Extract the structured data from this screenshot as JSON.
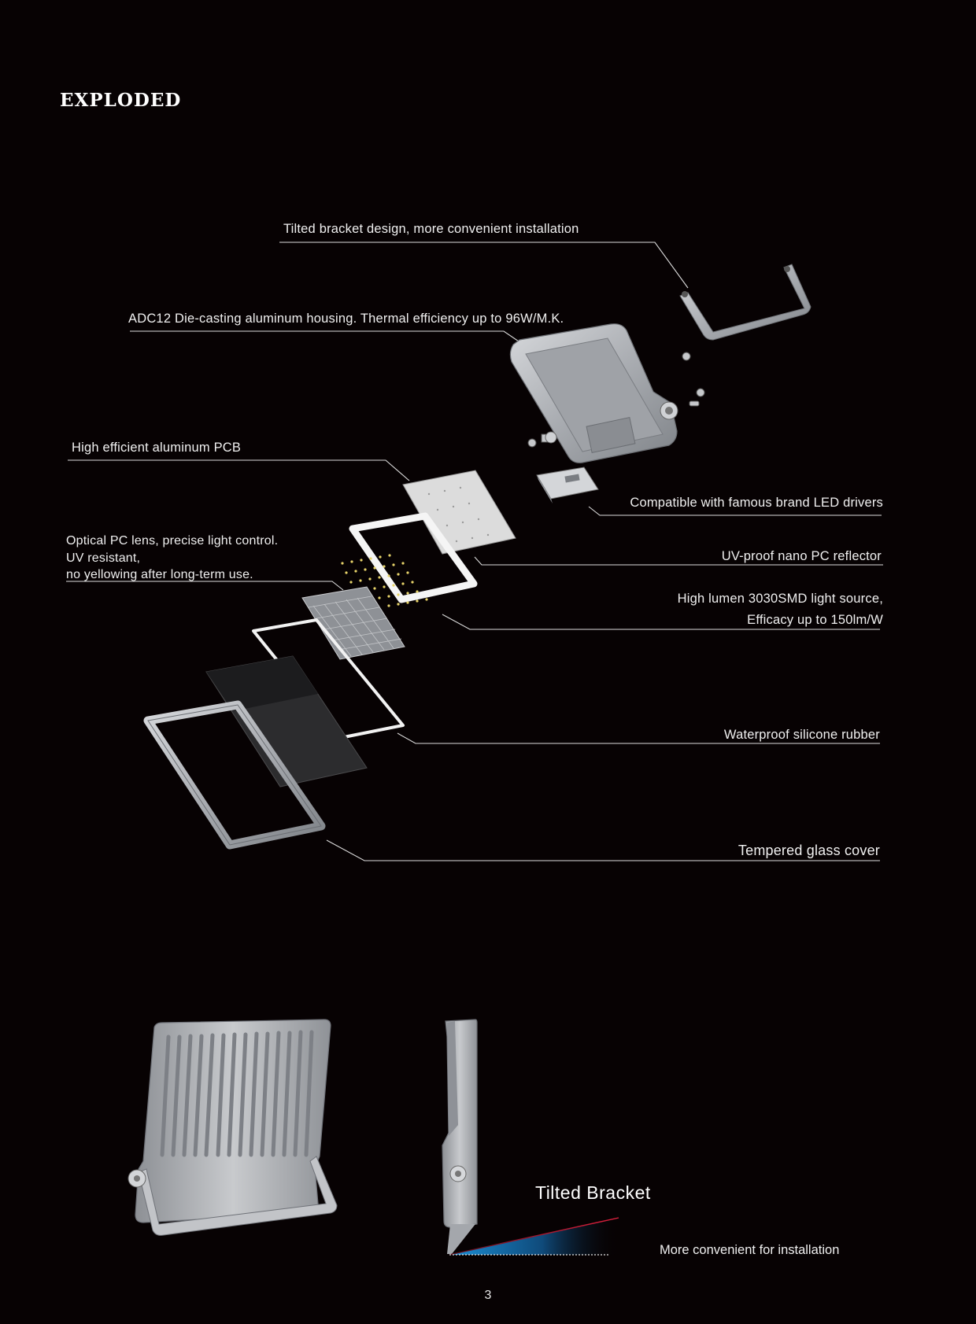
{
  "page": {
    "title": "EXPLODED",
    "page_number": "3"
  },
  "callouts": {
    "bracket": "Tilted bracket design, more convenient installation",
    "housing": "ADC12 Die-casting aluminum housing. Thermal efficiency up to 96W/M.K.",
    "pcb": "High efficient aluminum PCB",
    "drivers": "Compatible with famous brand LED drivers",
    "lens_line1": "Optical PC lens, precise light control.",
    "lens_line2": "UV resistant,",
    "lens_line3": "no yellowing after long-term use.",
    "reflector": "UV-proof nano PC reflector",
    "source_line1": "High lumen 3030SMD light source,",
    "source_line2": "Efficacy up to 150lm/W",
    "rubber": "Waterproof silicone rubber",
    "glass": "Tempered glass cover"
  },
  "bottom": {
    "heading": "Tilted Bracket",
    "caption": "More convenient for installation"
  },
  "colors": {
    "background": "#070203",
    "text": "#f0f0f0",
    "aluminum": "#b4b7bc",
    "angle_blue": "#1a8fd6",
    "angle_red": "#d81f3a"
  }
}
